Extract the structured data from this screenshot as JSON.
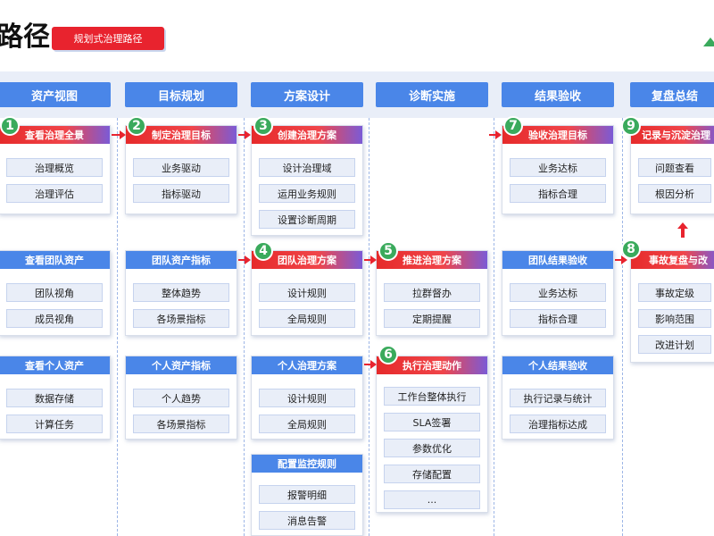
{
  "header": {
    "title": "路径",
    "tag": "规划式治理路径"
  },
  "phases": [
    "资产视图",
    "目标规划",
    "方案设计",
    "诊断实施",
    "结果验收",
    "复盘总结"
  ],
  "cards": {
    "c1": {
      "title": "查看治理全景",
      "badge": "1",
      "items": [
        "治理概览",
        "治理评估"
      ]
    },
    "c2": {
      "title": "制定治理目标",
      "badge": "2",
      "items": [
        "业务驱动",
        "指标驱动"
      ]
    },
    "c3": {
      "title": "创建治理方案",
      "badge": "3",
      "items": [
        "设计治理域",
        "运用业务规则",
        "设置诊断周期"
      ]
    },
    "c7": {
      "title": "验收治理目标",
      "badge": "7",
      "items": [
        "业务达标",
        "指标合理"
      ]
    },
    "c9": {
      "title": "记录与沉淀治理",
      "badge": "9",
      "items": [
        "问题查看",
        "根因分析"
      ]
    },
    "team_assets": {
      "title": "查看团队资产",
      "items": [
        "团队视角",
        "成员视角"
      ]
    },
    "team_metrics": {
      "title": "团队资产指标",
      "items": [
        "整体趋势",
        "各场景指标"
      ]
    },
    "c4": {
      "title": "团队治理方案",
      "badge": "4",
      "items": [
        "设计规则",
        "全局规则"
      ]
    },
    "c5": {
      "title": "推进治理方案",
      "badge": "5",
      "items": [
        "拉群督办",
        "定期提醒"
      ]
    },
    "team_accept": {
      "title": "团队结果验收",
      "items": [
        "业务达标",
        "指标合理"
      ]
    },
    "c8": {
      "title": "事故复盘与改",
      "badge": "8",
      "items": [
        "事故定级",
        "影响范围",
        "改进计划"
      ]
    },
    "personal_assets": {
      "title": "查看个人资产",
      "items": [
        "数据存储",
        "计算任务"
      ]
    },
    "personal_metrics": {
      "title": "个人资产指标",
      "items": [
        "个人趋势",
        "各场景指标"
      ]
    },
    "personal_plan": {
      "title": "个人治理方案",
      "items": [
        "设计规则",
        "全局规则"
      ]
    },
    "c6": {
      "title": "执行治理动作",
      "badge": "6",
      "items": [
        "工作台整体执行",
        "SLA签署",
        "参数优化",
        "存储配置",
        "..."
      ]
    },
    "personal_accept": {
      "title": "个人结果验收",
      "items": [
        "执行记录与统计",
        "治理指标达成"
      ]
    },
    "monitor": {
      "title": "配置监控规则",
      "items": [
        "报警明细",
        "消息告警"
      ]
    }
  },
  "colors": {
    "phase_blue": "#4a86e8",
    "accent_red": "#e8232e",
    "badge_green": "#3aaa5c",
    "item_bg": "#e9eef8"
  }
}
